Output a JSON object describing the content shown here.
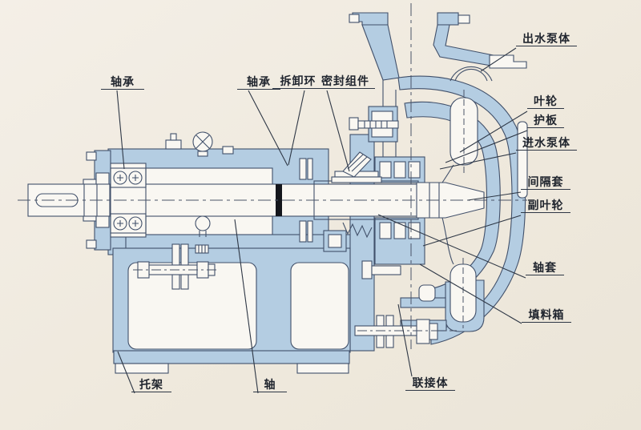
{
  "diagram": {
    "type": "pump-cross-section-drawing",
    "labels": {
      "bearing_left": "轴承",
      "bearing_right": "轴承",
      "removal_ring": "拆卸环",
      "seal_assembly": "密封组件",
      "outlet_pump_body": "出水泵体",
      "impeller": "叶轮",
      "guard_plate": "护板",
      "inlet_pump_body": "进水泵体",
      "spacer_sleeve": "间隔套",
      "auxiliary_impeller": "副叶轮",
      "shaft_sleeve": "轴套",
      "stuffing_box": "填料箱",
      "connecting_body": "联接体",
      "bracket": "托架",
      "shaft": "轴"
    },
    "colors": {
      "paper": "#efe9dd",
      "metal_fill": "#b4cde2",
      "line_color": "#41506a",
      "label_text": "#20252e"
    }
  }
}
